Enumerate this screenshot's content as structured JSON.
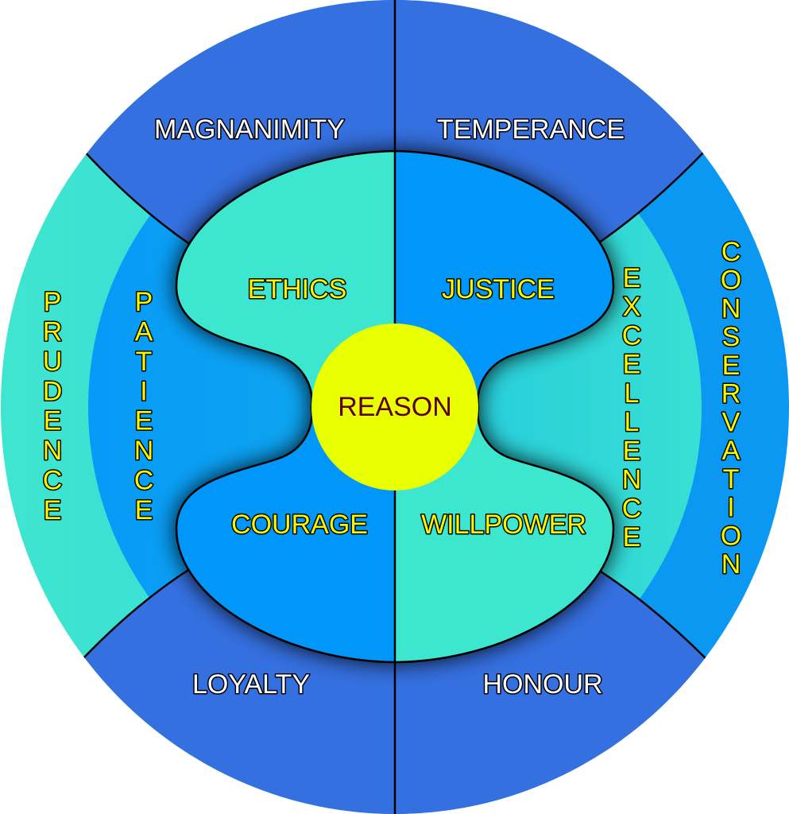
{
  "center": {
    "label": "REASON"
  },
  "caps": {
    "top_left": "MAGNANIMITY",
    "top_right": "TEMPERANCE",
    "bottom_left": "LOYALTY",
    "bottom_right": "HONOUR"
  },
  "quadrants": {
    "top_left": "ETHICS",
    "top_right": "JUSTICE",
    "bottom_left": "COURAGE",
    "bottom_right": "WILLPOWER"
  },
  "rings": {
    "outer_left": "PRUDENCE",
    "inner_left": "PATIENCE",
    "inner_right": "EXCELLENCE",
    "outer_right": "CONSERVATION"
  },
  "colors": {
    "turquoise": "#3ee6cf",
    "blue": "#0496fa",
    "cap_blue": "#3570e0",
    "center_yellow": "#e8ff00",
    "text_yellow": "#f7f700"
  }
}
